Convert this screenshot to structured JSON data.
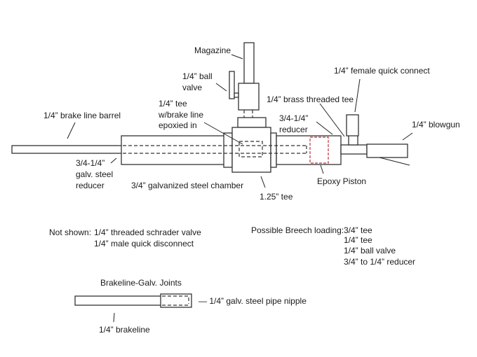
{
  "diagram": {
    "title": "Pneumatic launcher assembly diagram",
    "labels": {
      "magazine": "Magazine",
      "ball_valve": [
        "1/4” ball",
        "valve"
      ],
      "tee_epoxied": [
        "1/4” tee",
        "w/brake line",
        "epoxied in"
      ],
      "barrel": "1/4” brake line barrel",
      "galv_reducer": [
        "3/4-1/4”",
        "galv. steel",
        "reducer"
      ],
      "chamber": "3/4” galvanized steel chamber",
      "tee_125": "1.25” tee",
      "reducer": [
        "3/4-1/4”",
        "reducer"
      ],
      "brass_tee": "1/4” brass threaded tee",
      "female_qc": "1/4” female quick connect",
      "blowgun": "1/4” blowgun",
      "piston": "Epoxy Piston"
    },
    "colors": {
      "outline": "#333333",
      "piston": "#c0303a"
    }
  },
  "notes": {
    "not_shown_heading": "Not shown:",
    "not_shown_items": [
      "1/4” threaded schrader valve",
      "1/4” male quick disconnect"
    ],
    "breech_heading": "Possible Breech loading:",
    "breech_items": [
      "3/4” tee",
      "1/4” tee",
      "1/4” ball valve",
      "3/4” to 1/4” reducer"
    ]
  },
  "joint_detail": {
    "title": "Brakeline-Galv. Joints",
    "nipple_label": "— 1/4” galv. steel pipe nipple",
    "brakeline_label": "1/4” brakeline"
  }
}
